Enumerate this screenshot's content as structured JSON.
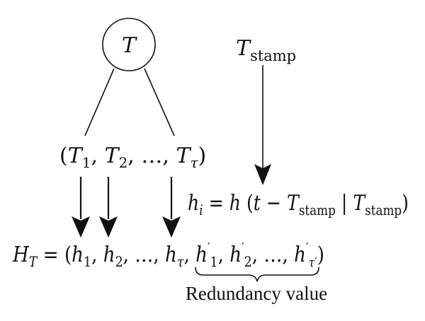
{
  "diagram": {
    "root_node": {
      "label": "T"
    },
    "timestamp_label": {
      "base": "T",
      "sub": "stamp"
    },
    "tuple": {
      "open": "(",
      "items": [
        {
          "base": "T",
          "sub": "1"
        },
        {
          "base": "T",
          "sub": "2"
        },
        {
          "base": "T",
          "sub": "τ"
        }
      ],
      "ellipsis": "…",
      "close": ")"
    },
    "hash_formula": {
      "lhs_base": "h",
      "lhs_sub": "i",
      "eq": "=",
      "func": "h",
      "open": "(",
      "var": "t",
      "minus": "−",
      "ts_base": "T",
      "ts_sub": "stamp",
      "bar": "|",
      "ts2_base": "T",
      "ts2_sub": "stamp",
      "close": ")"
    },
    "result": {
      "lhs_base": "H",
      "lhs_sub": "T",
      "eq": "=",
      "open": "(",
      "items": [
        {
          "base": "h",
          "sub": "1"
        },
        {
          "base": "h",
          "sub": "2"
        },
        {
          "base": "h",
          "sub": "τ"
        }
      ],
      "redundant_items": [
        {
          "base": "h",
          "sub": "1",
          "prime": "′"
        },
        {
          "base": "h",
          "sub": "2",
          "prime": "′"
        },
        {
          "base": "h",
          "sub": "τ′",
          "prime": "′"
        }
      ],
      "ellipsis": "…",
      "close": ")"
    },
    "brace_caption": "Redundancy value"
  }
}
